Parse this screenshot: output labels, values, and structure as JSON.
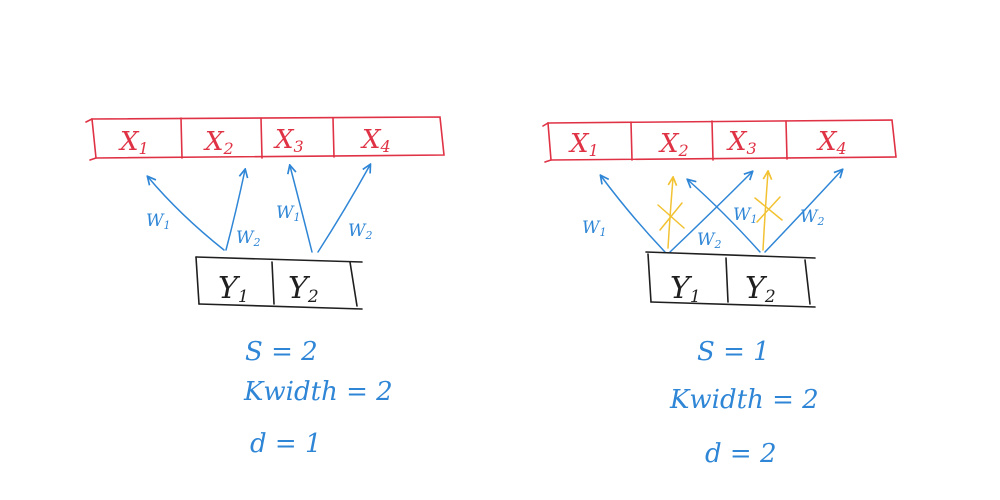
{
  "colors": {
    "input": "#e03245",
    "output": "#1f1f1f",
    "weights": "#2f86d6",
    "invalid": "#f2c232"
  },
  "diagrams": [
    {
      "inputs": [
        "X",
        "X",
        "X",
        "X"
      ],
      "input_subscripts": [
        "1",
        "2",
        "3",
        "4"
      ],
      "outputs": [
        "Y",
        "Y"
      ],
      "output_subscripts": [
        "1",
        "2"
      ],
      "weights": [
        {
          "label": "W",
          "sub": "1"
        },
        {
          "label": "W",
          "sub": "2"
        },
        {
          "label": "W",
          "sub": "1"
        },
        {
          "label": "W",
          "sub": "2"
        }
      ],
      "params": [
        "S = 2",
        "Kwidth = 2",
        "d = 1"
      ]
    },
    {
      "inputs": [
        "X",
        "X",
        "X",
        "X"
      ],
      "input_subscripts": [
        "1",
        "2",
        "3",
        "4"
      ],
      "outputs": [
        "Y",
        "Y"
      ],
      "output_subscripts": [
        "1",
        "2"
      ],
      "weights": [
        {
          "label": "W",
          "sub": "1"
        },
        {
          "label": "W",
          "sub": "2"
        },
        {
          "label": "W",
          "sub": "1"
        },
        {
          "label": "W",
          "sub": "2"
        }
      ],
      "params": [
        "S = 1",
        "Kwidth = 2",
        "d = 2"
      ]
    }
  ]
}
